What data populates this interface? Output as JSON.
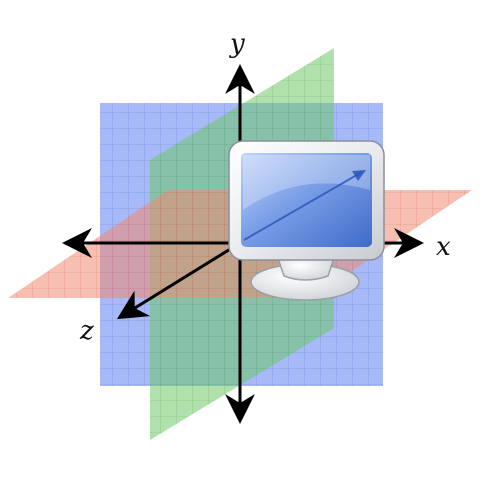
{
  "axes": {
    "x_label": "x",
    "y_label": "y",
    "z_label": "z"
  },
  "planes": {
    "xy_color": "#5f7ff0",
    "yz_color": "#6fc86a",
    "xz_color": "#f08a72"
  },
  "monitor": {
    "bezel_color": "#eef0f2",
    "screen_color": "#3f73d6",
    "stand_color": "#e6e8ea"
  },
  "icons": {
    "monitor": "computer-monitor-icon"
  }
}
